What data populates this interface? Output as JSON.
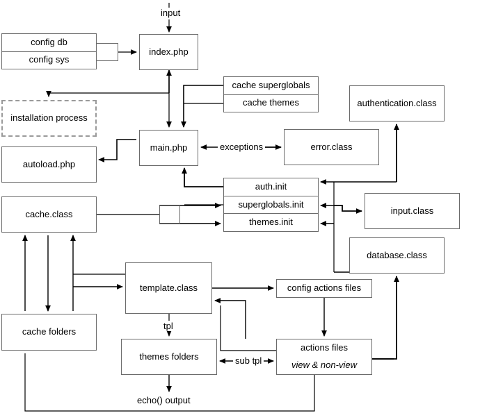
{
  "diagram": {
    "title": "PHP application flow diagram",
    "background": "#ffffff",
    "line_color": "#000000",
    "box_border": "#6b6b6b",
    "nodes": {
      "input_label": "input",
      "config_db": "config db",
      "config_sys": "config sys",
      "index_php": "index.php",
      "installation_process": "installation process",
      "autoload_php": "autoload.php",
      "main_php": "main.php",
      "cache_superglobals": "cache superglobals",
      "cache_themes": "cache themes",
      "authentication_class": "authentication.class",
      "error_class": "error.class",
      "exceptions_label": "exceptions",
      "auth_init": "auth.init",
      "superglobals_init": "superglobals.init",
      "themes_init": "themes.init",
      "input_class": "input.class",
      "database_class": "database.class",
      "cache_class": "cache.class",
      "cache_folders": "cache folders",
      "template_class": "template.class",
      "tpl_label": "tpl",
      "themes_folders": "themes folders",
      "config_actions_files": "config actions files",
      "actions_files": "actions files",
      "actions_files_sub": "view & non-view",
      "sub_tpl_label": "sub tpl",
      "echo_output": "echo() output"
    }
  }
}
